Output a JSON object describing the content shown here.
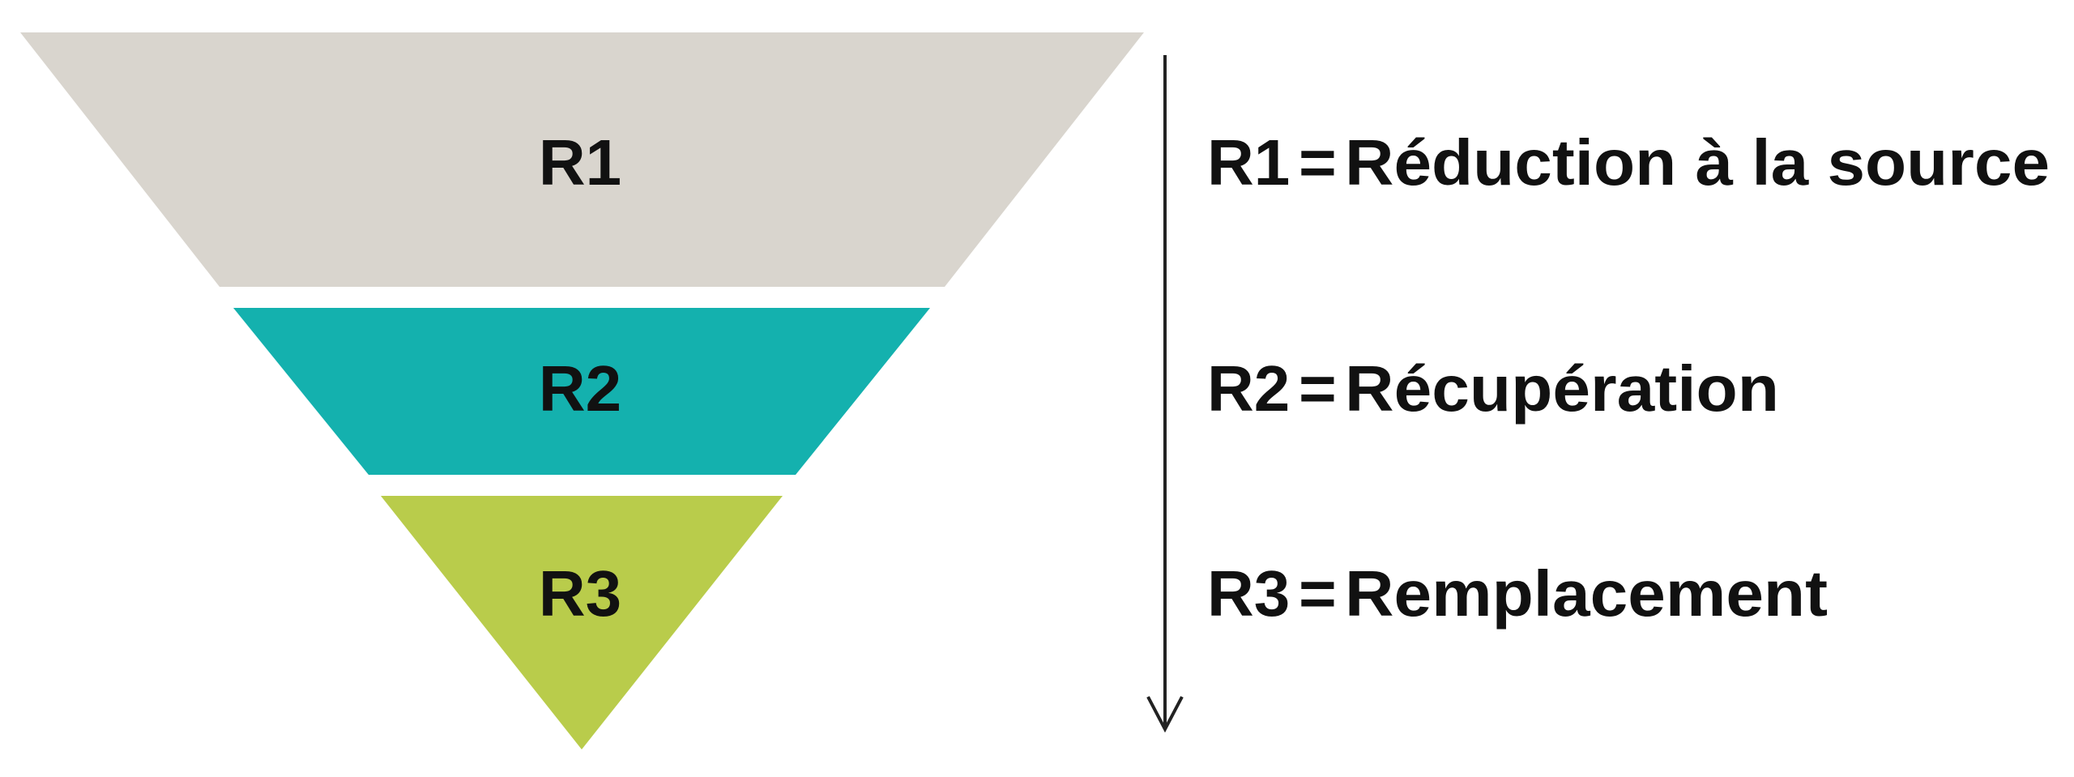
{
  "colors": {
    "r1": "#d9d5ce",
    "r2": "#14b1ae",
    "r3": "#b9cc4b",
    "arrow": "#222222",
    "text": "#111111"
  },
  "levels": [
    {
      "id": "R1",
      "label": "R1"
    },
    {
      "id": "R2",
      "label": "R2"
    },
    {
      "id": "R3",
      "label": "R3"
    }
  ],
  "legend": [
    {
      "code": "R1",
      "equals": "=",
      "description": "Réduction à la source"
    },
    {
      "code": "R2",
      "equals": "=",
      "description": "Récupération"
    },
    {
      "code": "R3",
      "equals": "=",
      "description": "Remplacement"
    }
  ],
  "arrow": {
    "icon": "down-arrow-icon"
  }
}
